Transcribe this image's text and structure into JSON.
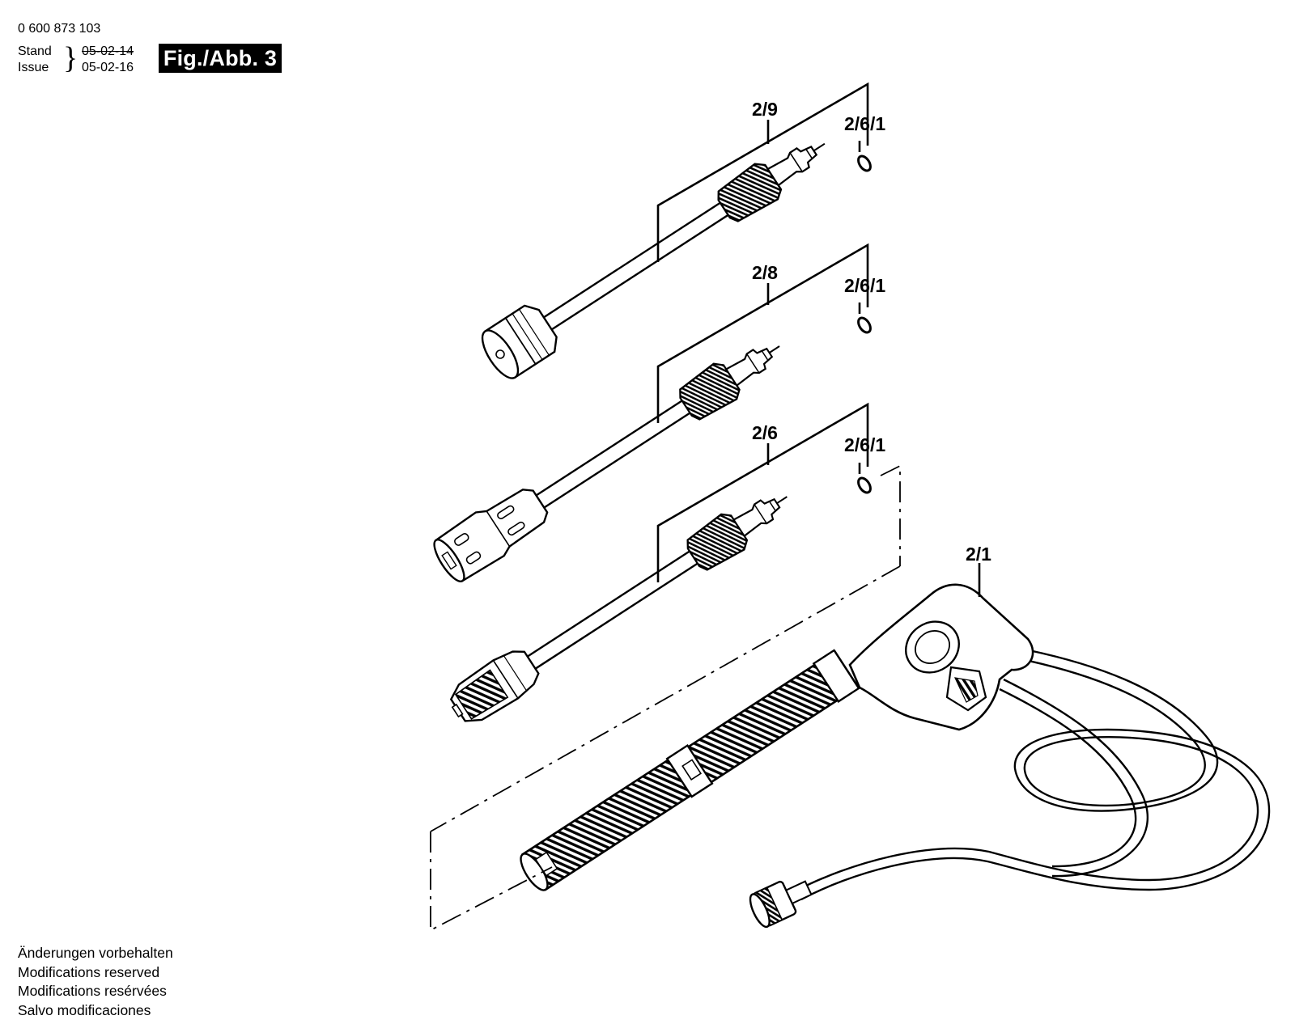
{
  "header": {
    "part_number": "0 600 873 103",
    "stand_label": "Stand",
    "issue_label": "Issue",
    "date_old": "05-02-14",
    "date_new": "05-02-16",
    "figure_label": "Fig./Abb. 3"
  },
  "callouts": {
    "lance_turbo": "2/9",
    "lance_turbo_seal": "2/6/1",
    "lance_vario": "2/8",
    "lance_vario_seal": "2/6/1",
    "lance_standard": "2/6",
    "lance_standard_seal": "2/6/1",
    "spray_gun": "2/1"
  },
  "footer": {
    "lines": [
      "Änderungen vorbehalten",
      "Modifications reserved",
      "Modifications resérvées",
      "Salvo modificaciones"
    ]
  }
}
